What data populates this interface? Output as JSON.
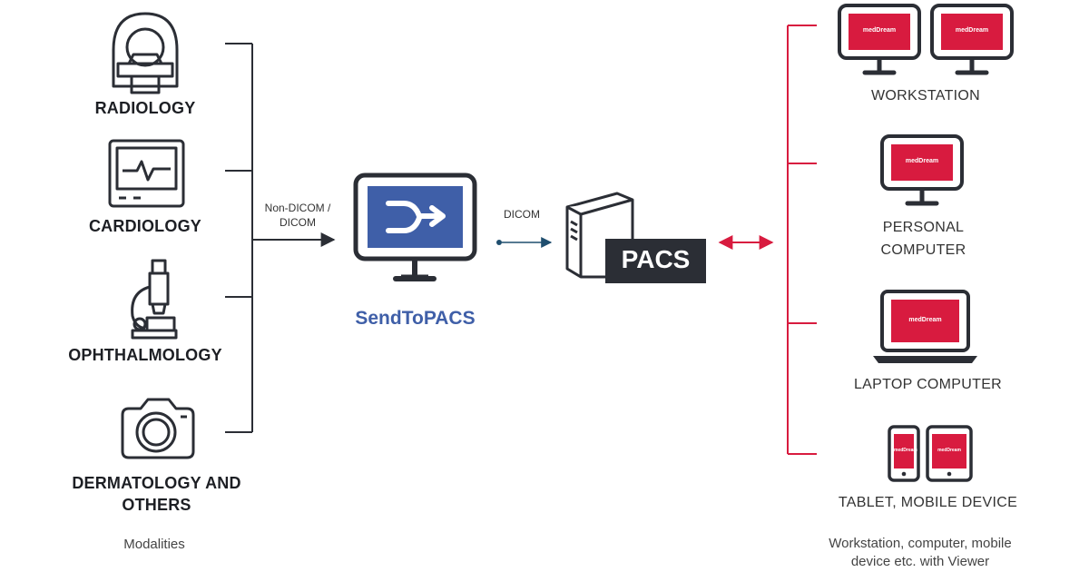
{
  "modalities": {
    "items": [
      {
        "label": "RADIOLOGY",
        "icon": "ct-scanner-icon"
      },
      {
        "label": "CARDIOLOGY",
        "icon": "cardiac-monitor-icon"
      },
      {
        "label": "OPHTHALMOLOGY",
        "icon": "microscope-icon"
      },
      {
        "label_line1": "DERMATOLOGY AND",
        "label_line2": "OTHERS",
        "icon": "camera-icon"
      }
    ],
    "caption": "Modalities"
  },
  "flow": {
    "input_label_line1": "Non-DICOM /",
    "input_label_line2": "DICOM",
    "dicom_label": "DICOM"
  },
  "sendtopacs": {
    "name": "SendToPACS",
    "icon": "merge-arrow-icon"
  },
  "pacs": {
    "label": "PACS",
    "icon": "server-icon"
  },
  "viewers": {
    "brand": "medDream",
    "items": [
      {
        "label": "WORKSTATION"
      },
      {
        "label_line1": "PERSONAL",
        "label_line2": "COMPUTER"
      },
      {
        "label": "LAPTOP COMPUTER"
      },
      {
        "label": "TABLET, MOBILE DEVICE"
      }
    ],
    "caption_line1": "Workstation, computer, mobile",
    "caption_line2": "device etc. with Viewer"
  },
  "colors": {
    "dark": "#2b2e35",
    "screen_blue": "#3f5fa8",
    "brand_red": "#d81b3f",
    "connector_teal": "#1f4e6e"
  }
}
